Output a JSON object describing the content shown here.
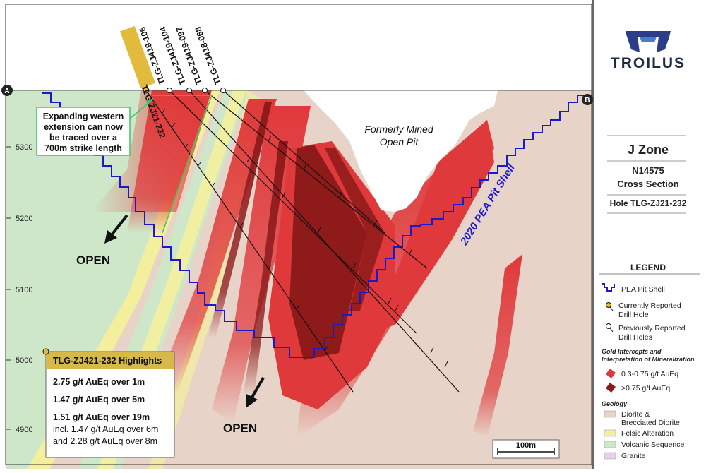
{
  "section": {
    "end_a": "A",
    "end_b": "B",
    "elevations": [
      "5300",
      "5200",
      "5100",
      "5000",
      "4900"
    ],
    "drill_holes": [
      {
        "label": "TLG-ZJ21-232",
        "status": "current"
      },
      {
        "label": "TLG-ZJ419-106",
        "status": "previous"
      },
      {
        "label": "TLG-ZJ419-104",
        "status": "previous"
      },
      {
        "label": "TLG-ZJ419-097",
        "status": "previous"
      },
      {
        "label": "TLG-ZJ418-068",
        "status": "previous"
      }
    ],
    "callout_lines": [
      "Expanding western",
      "extension can now",
      "be traced over a",
      "700m strike length"
    ],
    "mined_pit_lines": [
      "Formerly Mined",
      "Open Pit"
    ],
    "pit_shell_label": "2020 PEA Pit Shell",
    "open_label": "OPEN",
    "highlights": {
      "title": "TLG-ZJ421-232 Highlights",
      "line1": "2.75 g/t AuEq over 1m",
      "line2": "1.47 g/t AuEq over 5m",
      "line3": "1.51 g/t AuEq over 19m",
      "line4": "incl. 1.47 g/t AuEq over 6m",
      "line5": "and 2.28 g/t AuEq over 8m"
    },
    "scale_label": "100m"
  },
  "panel": {
    "logo_text": "TROILUS",
    "zone": "J Zone",
    "northing": "N14575",
    "section_type": "Cross Section",
    "hole": "Hole TLG-ZJ21-232"
  },
  "legend": {
    "title": "LEGEND",
    "pit_shell": "PEA Pit Shell",
    "current_hole_lines": [
      "Currently Reported",
      "Drill Hole"
    ],
    "previous_hole_lines": [
      "Previously Reported",
      "Drill Holes"
    ],
    "gold_header_lines": [
      "Gold Intercepts and",
      "Interpretation of Mineralization"
    ],
    "grade_low": "0.3-0.75 g/t AuEq",
    "grade_high": ">0.75 g/t AuEq",
    "geology_header": "Geology",
    "diorite_lines": [
      "Diorite &",
      "Brecciated Diorite"
    ],
    "felsic": "Felsic Alteration",
    "volcanic": "Volcanic Sequence",
    "granite": "Granite"
  },
  "colors": {
    "diorite": "#e8d3c8",
    "volcanic": "#cfe7c9",
    "felsic": "#f4ef9c",
    "granite": "#e2d3ea",
    "mineral_low": "#e0393b",
    "mineral_high": "#8e1a1a",
    "pit_shell": "#1a1acc",
    "current_hole": "#e3bb3c",
    "callout_border": "#3ec467",
    "highlights_header": "#d7b94a"
  }
}
